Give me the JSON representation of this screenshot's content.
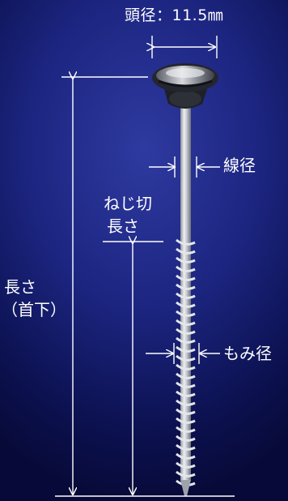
{
  "labels": {
    "head_diameter": "頭径：11.5㎜",
    "shaft_diameter": "線径",
    "thread_length_line1": "ねじ切",
    "thread_length_line2": "長さ",
    "length_line1": "長さ",
    "length_line2": "（首下）",
    "root_diameter": "もみ径"
  },
  "colors": {
    "background": "#1c2580",
    "annotation": "#ffffff",
    "screw_metal": "#c9ccd2",
    "screw_head": "#2a2c33"
  }
}
